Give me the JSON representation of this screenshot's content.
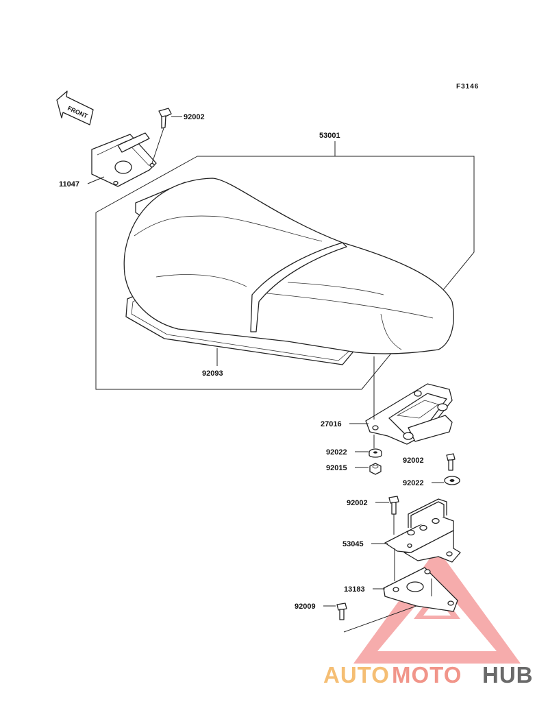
{
  "figure_code": "F3146",
  "front_label": "FRONT",
  "parts": {
    "seat_assembly": "53001",
    "bracket_front": "11047",
    "bolt_front": "92002",
    "seat_rubber": "92093",
    "hinge_bracket": "27016",
    "washer_left": "92022",
    "nut": "92015",
    "bolt_right": "92002",
    "washer_right": "92022",
    "bolt_lower": "92002",
    "seat_lock_bracket": "53045",
    "plate": "13183",
    "bolt_bottom": "92009"
  },
  "watermark": {
    "part1": "AUTO",
    "part2": "MOTO",
    "part3": "HUB",
    "colors": {
      "auto": "#f5b865",
      "moto": "#f08a7e",
      "hub": "#5a5a5a",
      "triangle": "#f06a6a"
    }
  }
}
